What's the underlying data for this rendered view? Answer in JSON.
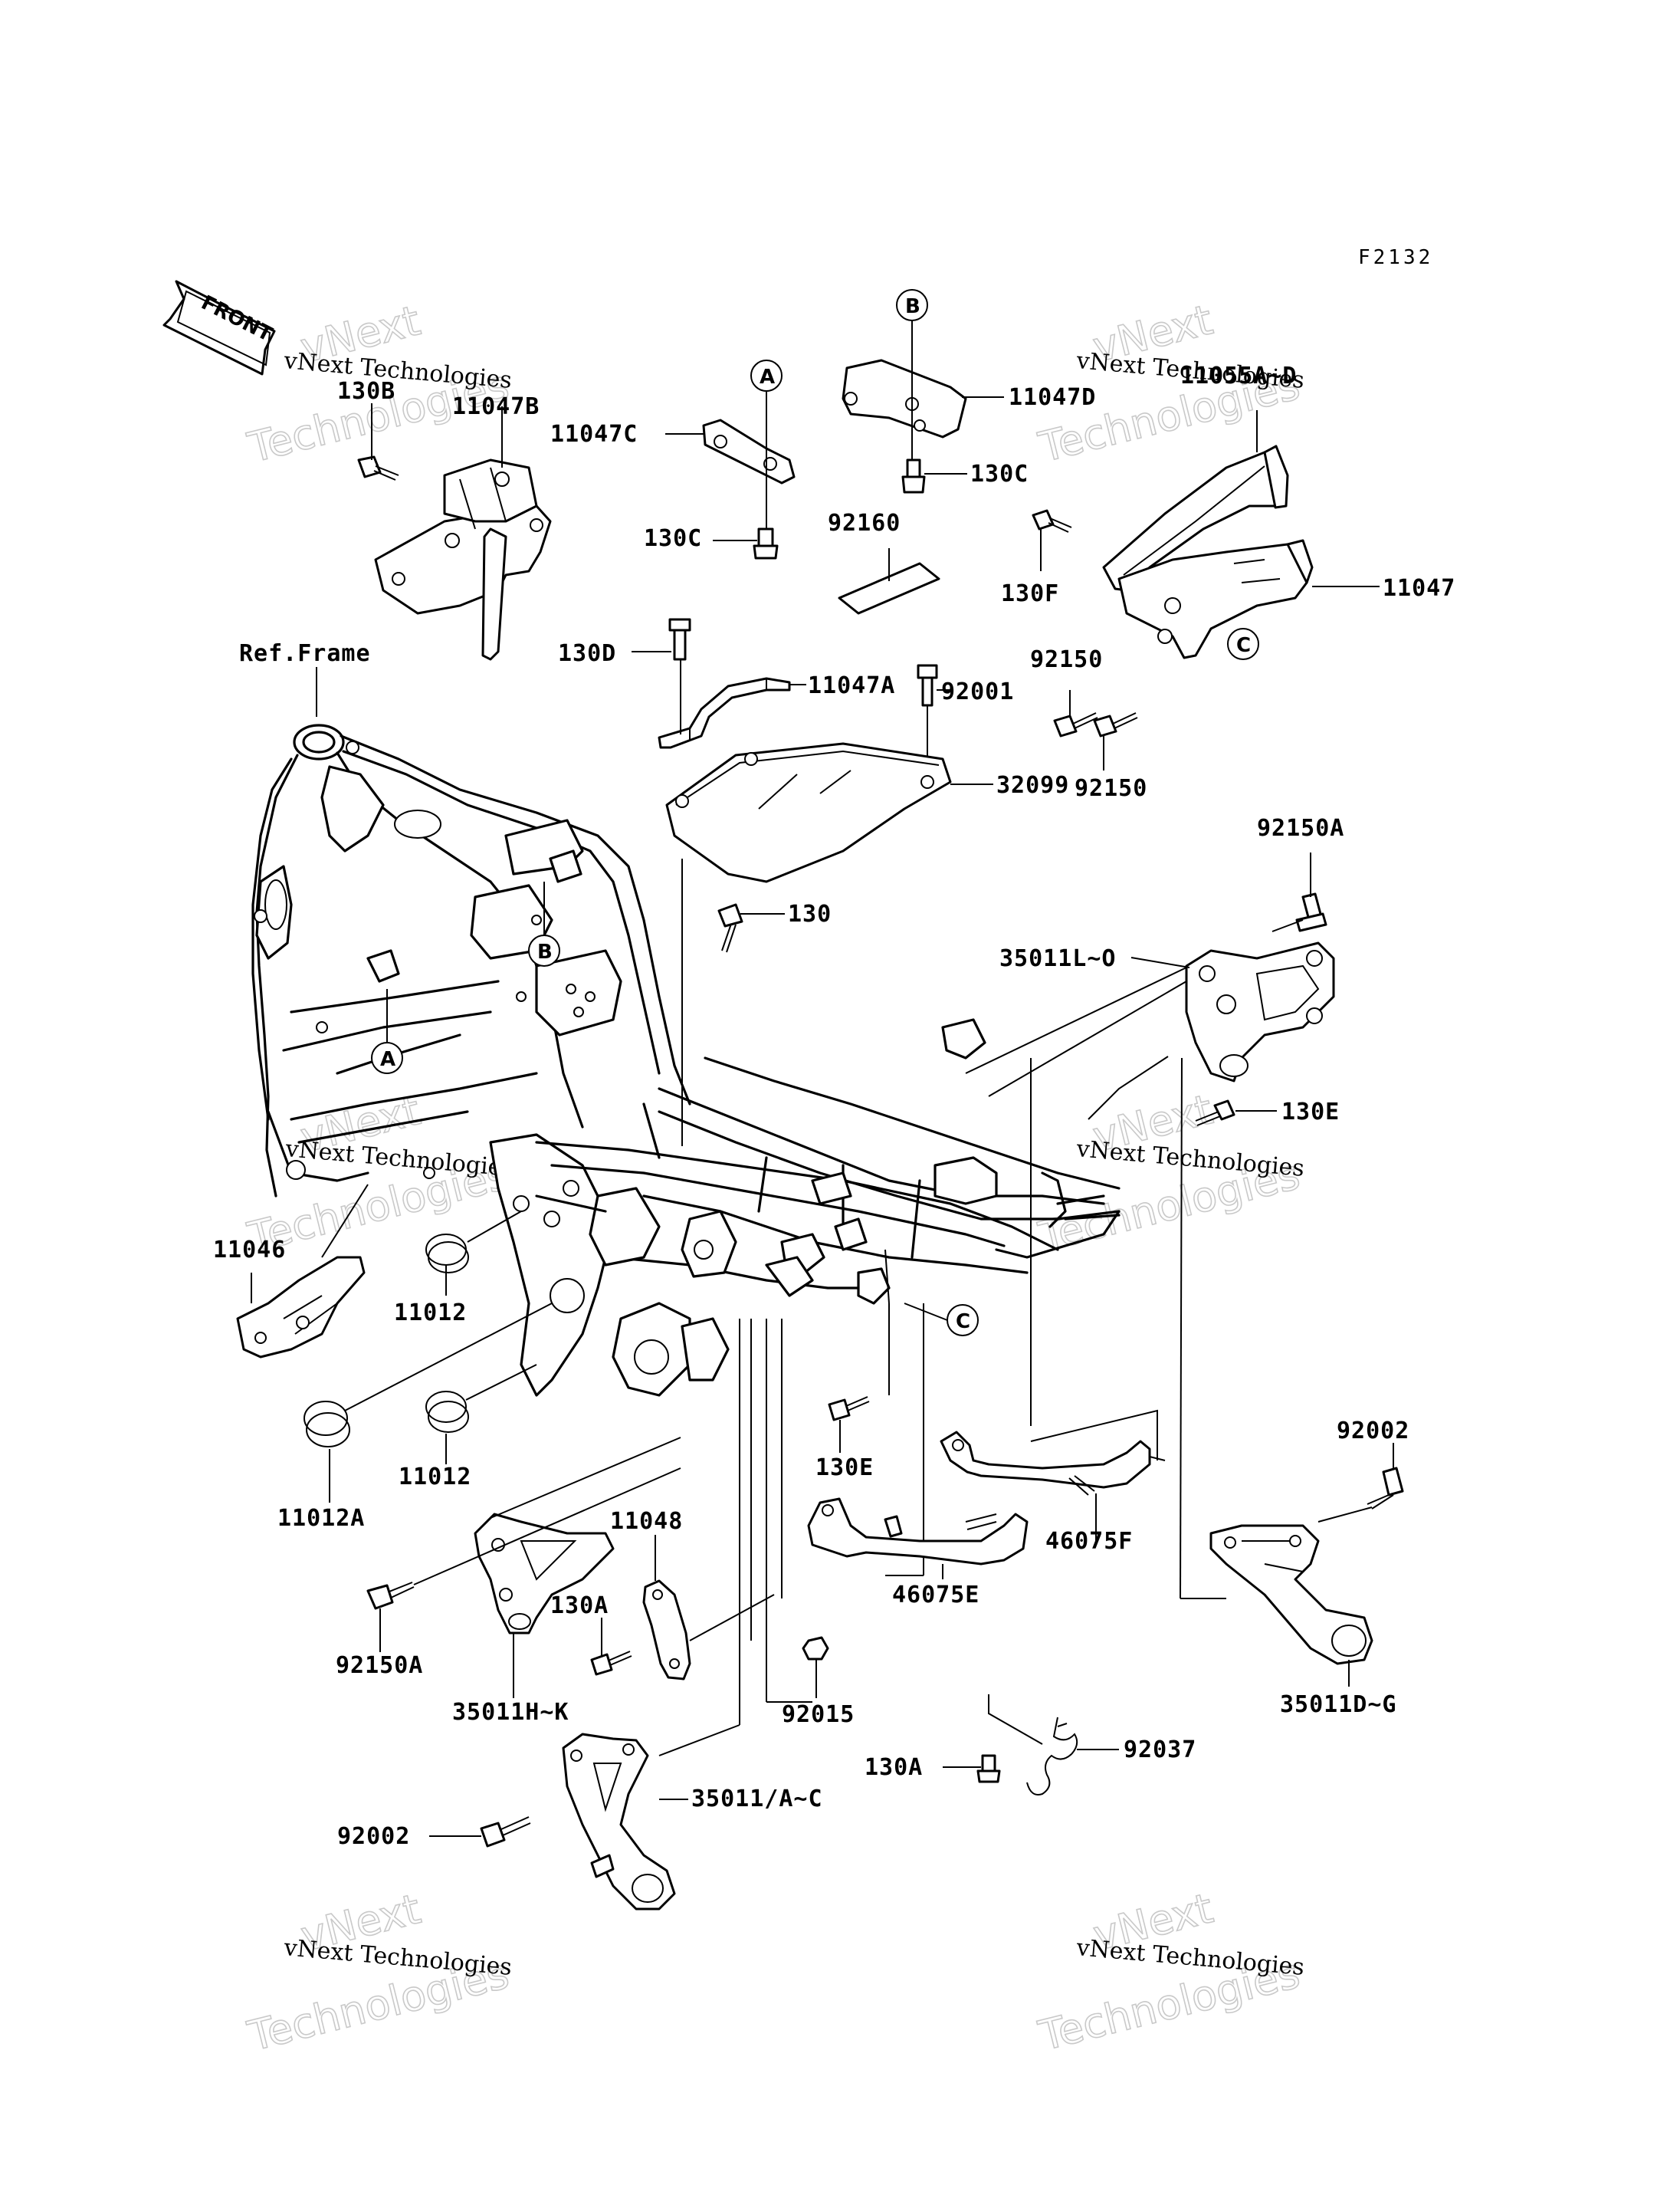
{
  "figure_code": "F2132",
  "front_arrow_text": "FRONT",
  "watermark": {
    "line1": "vNext Technologies",
    "line2": "vNext",
    "line3": "Technologies"
  },
  "ref_frame_label": "Ref.Frame",
  "markers": {
    "a": "A",
    "b": "B",
    "c": "C"
  },
  "labels": {
    "p130b": "130B",
    "p11047b": "11047B",
    "p11047c": "11047C",
    "p11047d": "11047D",
    "p11055": "11055A~D",
    "p130c_a": "130C",
    "p130c_b": "130C",
    "p92160": "92160",
    "p130f": "130F",
    "p11047": "11047",
    "p130d": "130D",
    "p11047a": "11047A",
    "p92001": "92001",
    "p92150_a": "92150",
    "p92150_b": "92150",
    "p32099": "32099",
    "p92150a_top": "92150A",
    "p130": "130",
    "p35011lo": "35011L~O",
    "p130e_right": "130E",
    "p11046": "11046",
    "p11012_a": "11012",
    "p11012_b": "11012",
    "p11012a": "11012A",
    "p130e_mid": "130E",
    "p46075f": "46075F",
    "p92002_right": "92002",
    "p11048": "11048",
    "p130a_a": "130A",
    "p46075e": "46075E",
    "p92150a_bottom": "92150A",
    "p35011hk": "35011H~K",
    "p92015": "92015",
    "p35011dg": "35011D~G",
    "p92037": "92037",
    "p130a_b": "130A",
    "p35011ac": "35011/A~C",
    "p92002_left": "92002"
  }
}
